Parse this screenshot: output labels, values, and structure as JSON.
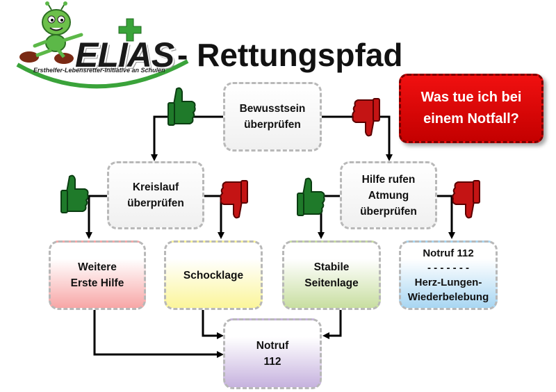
{
  "logo": {
    "name": "ELIAS",
    "tagline": "Ersthelfer-Lebensretter-Initiative an Schulen"
  },
  "title": "- Rettungspfad",
  "question": "Was tue ich bei\neinem Notfall?",
  "nodes": {
    "bewusstsein": "Bewusstsein\nüberprüfen",
    "kreislauf": "Kreislauf\nüberprüfen",
    "hilfe_atmung": "Hilfe rufen\nAtmung\nüberprüfen",
    "weitere_hilfe": "Weitere\nErste Hilfe",
    "schocklage": "Schocklage",
    "seitenlage": "Stabile\nSeitenlage",
    "notruf_hlw": "Notruf 112\n- - - - - - -\nHerz-Lungen-\nWiederbelebung",
    "notruf": "Notruf\n112"
  },
  "colors": {
    "thumb_up": "#1f7a2a",
    "thumb_down": "#c41414",
    "weitere_hilfe": "#f7a6a6",
    "schocklage": "#fbf59a",
    "seitenlage": "#c8dea0",
    "notruf_hlw": "#a8d6f2",
    "notruf": "#c6b2de"
  },
  "icons": [
    "mascot-icon",
    "green-cross-icon",
    "thumbs-up-icon",
    "thumbs-down-icon"
  ]
}
